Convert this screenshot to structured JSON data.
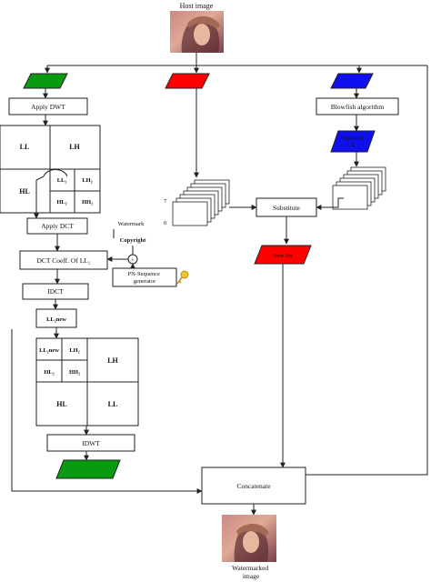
{
  "host_image": {
    "label": "Host image"
  },
  "left_branch": {
    "apply_dwt": "Apply DWT",
    "dwt_grid": {
      "ll": "LL",
      "lh": "LH",
      "hl": "HL",
      "ll2": "LL₂",
      "lh2": "LH₂",
      "hl2": "HL₂",
      "hh2": "HH₂"
    },
    "apply_dct": "Apply DCT",
    "dct_coeff": "DCT Coeff. Of LL₂",
    "idct": "IDCT",
    "ll2new": "LL₂new",
    "recon_grid": {
      "ll2new": "LL₂new",
      "lh2": "LH₂",
      "hl2": "HL₂",
      "hh2": "HH₂",
      "lh": "LH",
      "hl": "HL",
      "ll": "LL"
    },
    "idwt": "IDWT"
  },
  "watermark": {
    "title": "Watermark",
    "text": "Copyright",
    "xor_symbol": "+",
    "pn_sequence": "PN-Sequence generator"
  },
  "middle_branch": {
    "bitplane_top": "7",
    "bitplane_bottom": "0",
    "substitute": "Substitute",
    "new_bit": "New Bit"
  },
  "right_branch": {
    "blowfish": "Blowfish algorithm",
    "ciphered": "Ciphered B"
  },
  "concatenate": "Concatenate",
  "output": {
    "label": "Watermarked image"
  },
  "colors": {
    "green": "#0a9a12",
    "red": "#ff0000",
    "blue": "#1010ee"
  }
}
